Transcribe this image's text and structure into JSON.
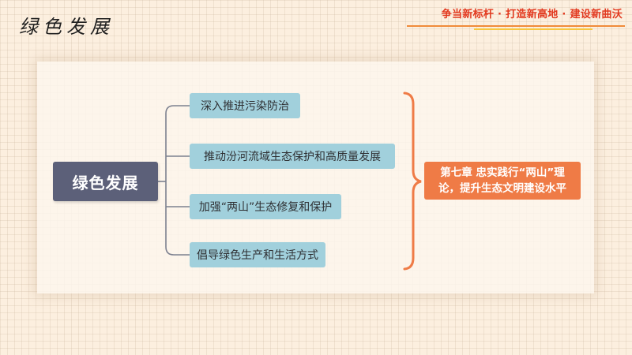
{
  "header": {
    "title": "绿色发展",
    "slogan": "争当新标杆 · 打造新高地 · 建设新曲沃"
  },
  "mindmap": {
    "root": "绿色发展",
    "branches": [
      "深入推进污染防治",
      "推动汾河流域生态保护和高质量发展",
      "加强“两山”生态修复和保护",
      "倡导绿色生产和生活方式"
    ],
    "conclusion_lines": [
      "第七章 忠实践行“两山”理",
      "论，提升生态文明建设水平"
    ]
  },
  "colors": {
    "background": "#fcefdf",
    "root": "#5c6079",
    "branch": "#a1d0dc",
    "accent": "#ef7b46",
    "slogan": "#e2391f",
    "connector": "#7d8190"
  }
}
